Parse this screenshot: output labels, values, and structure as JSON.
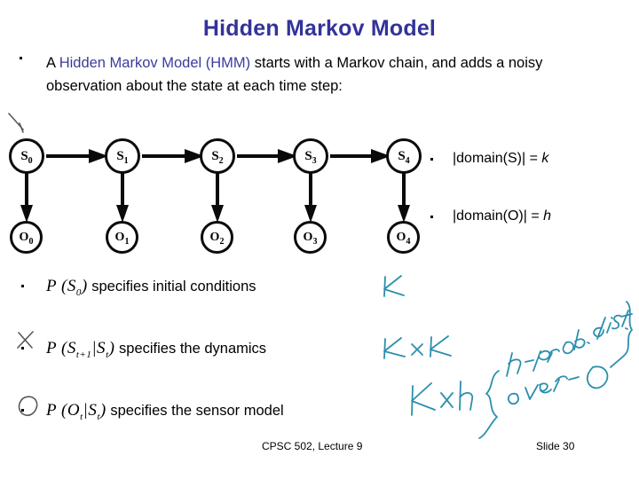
{
  "slide": {
    "title": "Hidden Markov Model",
    "title_color": "#333399",
    "background": "#ffffff"
  },
  "intro": {
    "lead": "A ",
    "highlight": "Hidden Markov Model (HMM)",
    "rest": " starts with a Markov chain, and adds a noisy observation about the state at each time step:"
  },
  "diagram": {
    "type": "hmm-chain",
    "state_nodes": [
      {
        "label": "S",
        "sub": "0"
      },
      {
        "label": "S",
        "sub": "1"
      },
      {
        "label": "S",
        "sub": "2"
      },
      {
        "label": "S",
        "sub": "3"
      },
      {
        "label": "S",
        "sub": "4"
      }
    ],
    "observation_nodes": [
      {
        "label": "O",
        "sub": "0"
      },
      {
        "label": "O",
        "sub": "1"
      },
      {
        "label": "O",
        "sub": "2"
      },
      {
        "label": "O",
        "sub": "3"
      },
      {
        "label": "O",
        "sub": "4"
      }
    ],
    "edge_color": "#0a0a0a"
  },
  "side_bullets": [
    {
      "text": "|domain(S)| = ",
      "var": "k"
    },
    {
      "text": "|domain(O)| = ",
      "var": "h"
    }
  ],
  "lower_bullets": [
    {
      "formula_pre": "P (S",
      "formula_sub": "0",
      "formula_post": ")",
      "description": " specifies initial conditions"
    },
    {
      "formula_pre": "P (S",
      "formula_sub": "t+1",
      "formula_post": "|S",
      "formula_sub2": "t",
      "formula_end": ")",
      "description": " specifies the dynamics"
    },
    {
      "formula_pre": "P (O",
      "formula_sub": "t",
      "formula_post": "|S",
      "formula_sub2": "t",
      "formula_end": ")",
      "description": " specifies the sensor model"
    }
  ],
  "annotations": {
    "ink_color": "#2b8fae",
    "items": [
      {
        "text": "K"
      },
      {
        "text": "K x K"
      },
      {
        "text": "K x h"
      },
      {
        "text": "{ h - prob. dist."
      },
      {
        "text": "over O }"
      }
    ]
  },
  "footer": {
    "left": "CPSC 502, Lecture 9",
    "right": "Slide 30"
  }
}
